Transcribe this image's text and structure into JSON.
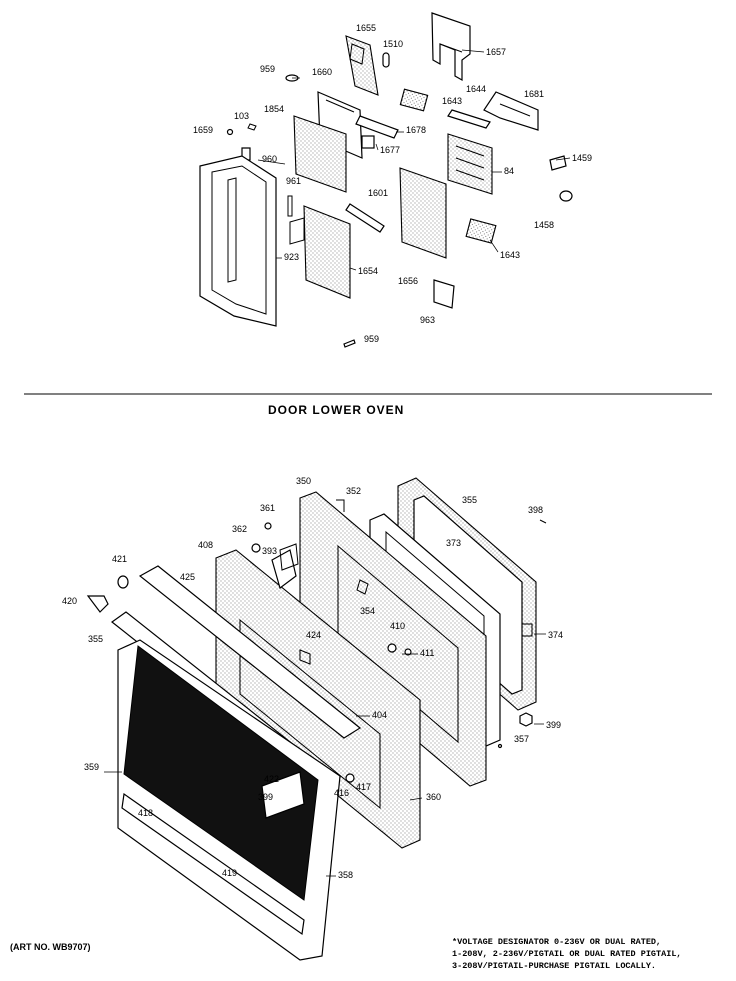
{
  "section_title": "DOOR LOWER OVEN",
  "art_number": "(ART NO. WB9707)",
  "voltage_note": [
    "*VOLTAGE DESIGNATOR 0-236V OR DUAL RATED,",
    "1-208V, 2-236V/PIGTAIL OR DUAL RATED PIGTAIL,",
    "3-208V/PIGTAIL-PURCHASE PIGTAIL LOCALLY."
  ],
  "labels_upper": {
    "p1655": "1655",
    "p1510": "1510",
    "p1657": "1657",
    "p959a": "959",
    "p1660": "1660",
    "p1644": "1644",
    "p1681": "1681",
    "p1643a": "1643",
    "p103": "103",
    "p1854": "1854",
    "p1678": "1678",
    "p1659": "1659",
    "p960": "960",
    "p1677": "1677",
    "p84": "84",
    "p1459": "1459",
    "p961": "961",
    "p1601": "1601",
    "p1458": "1458",
    "p1643b": "1643",
    "p923": "923",
    "p1654": "1654",
    "p1656": "1656",
    "p963": "963",
    "p959b": "959"
  },
  "labels_lower": {
    "p350": "350",
    "p352": "352",
    "p355a": "355",
    "p398": "398",
    "p361": "361",
    "p362": "362",
    "p393": "393",
    "p408": "408",
    "p373": "373",
    "p421": "421",
    "p425": "425",
    "p420": "420",
    "p354": "354",
    "p355b": "355",
    "p424": "424",
    "p410": "410",
    "p411": "411",
    "p374": "374",
    "p404": "404",
    "p399a": "399",
    "p357": "357",
    "p359": "359",
    "p422": "422",
    "p399b": "399",
    "p417": "417",
    "p416": "416",
    "p418": "418",
    "p360": "360",
    "p419": "419",
    "p358": "358"
  }
}
